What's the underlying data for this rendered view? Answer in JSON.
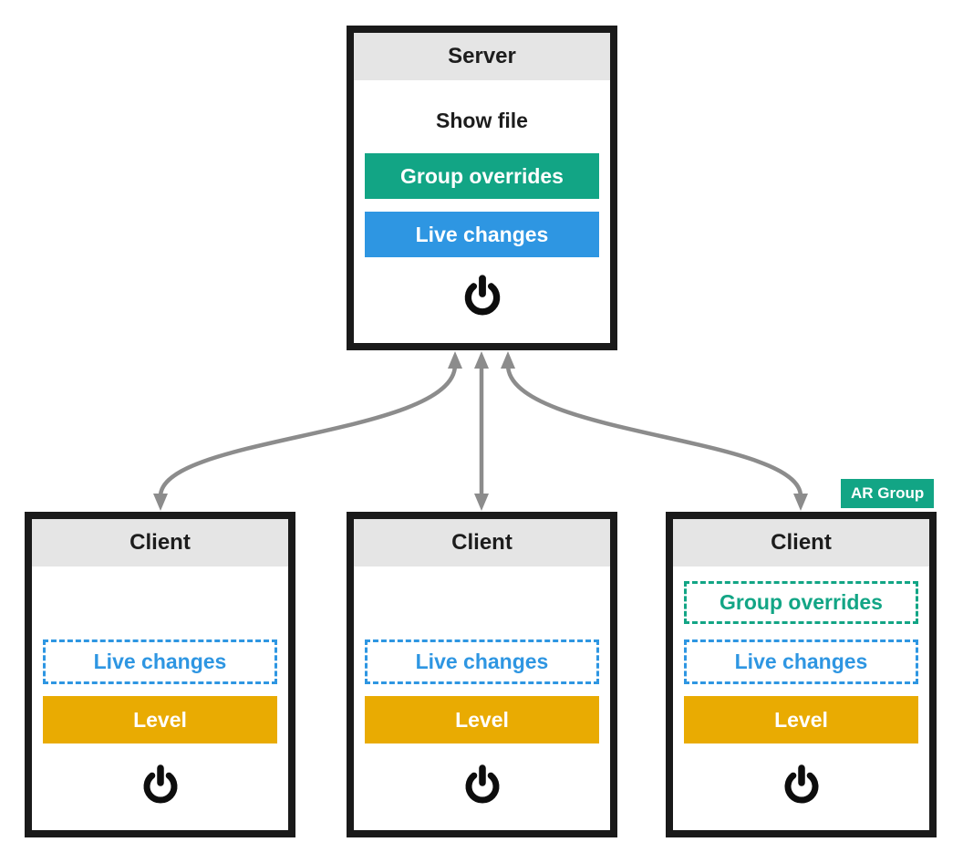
{
  "diagram": {
    "server": {
      "title": "Server",
      "show_file": "Show file",
      "group_overrides": "Group overrides",
      "live_changes": "Live changes"
    },
    "ar_group_badge": "AR Group",
    "clients": [
      {
        "title": "Client",
        "live_changes": "Live changes",
        "level": "Level"
      },
      {
        "title": "Client",
        "live_changes": "Live changes",
        "level": "Level"
      },
      {
        "title": "Client",
        "group_overrides": "Group overrides",
        "live_changes": "Live changes",
        "level": "Level"
      }
    ],
    "icons": {
      "power": "power-icon",
      "arrow": "bidirectional-arrow"
    },
    "colors": {
      "green": "#12a585",
      "blue": "#2e96e2",
      "amber": "#e9ab02",
      "box_border": "#1a1a1a",
      "header_bg": "#e5e5e5",
      "arrow_gray": "#8c8c8c"
    }
  }
}
